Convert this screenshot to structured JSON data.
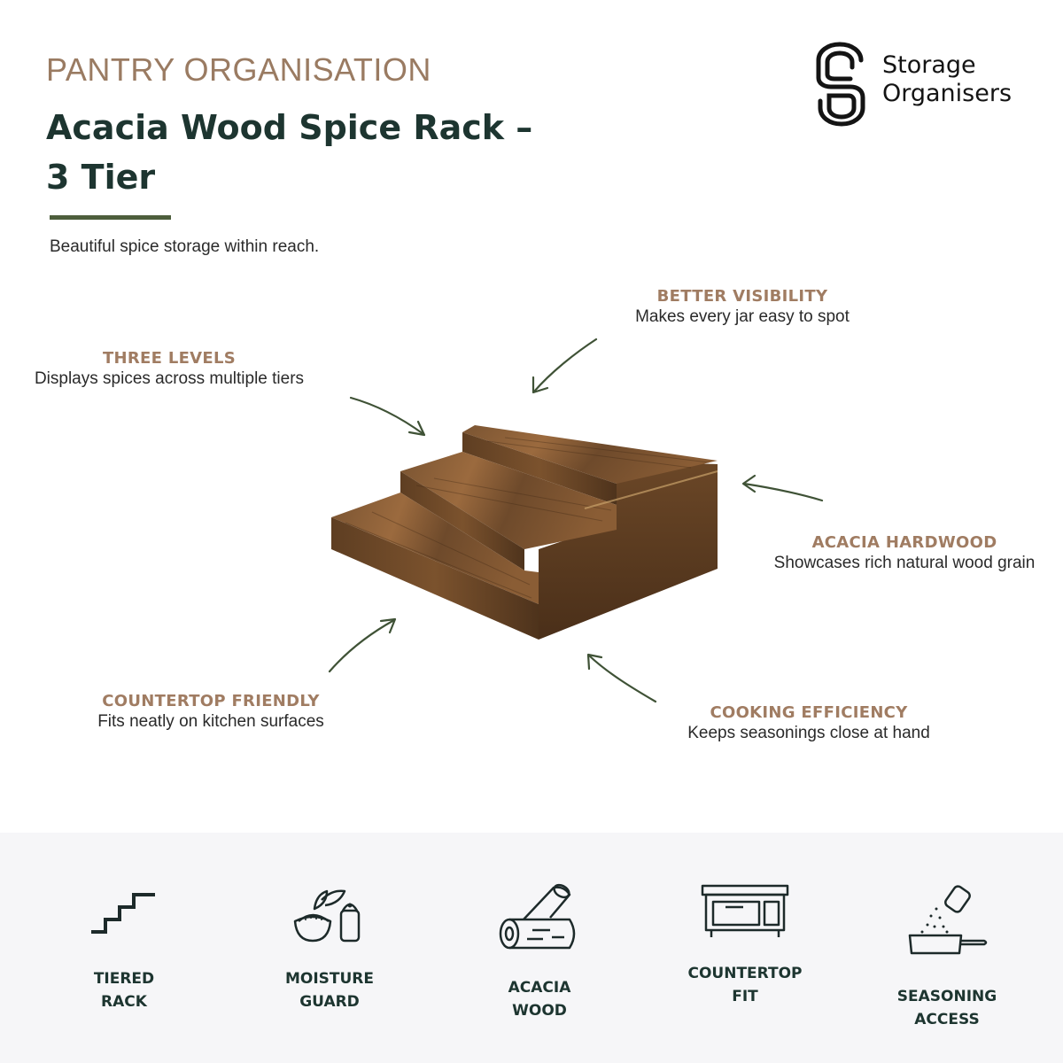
{
  "header": {
    "eyebrow": "PANTRY ORGANISATION",
    "title": "Acacia Wood Spice Rack – 3 Tier",
    "tagline": "Beautiful spice storage within reach."
  },
  "brand": {
    "line1": "Storage",
    "line2": "Organisers"
  },
  "callouts": {
    "three_levels": {
      "head": "THREE LEVELS",
      "desc": "Displays spices across multiple tiers"
    },
    "better_visibility": {
      "head": "BETTER VISIBILITY",
      "desc": "Makes every jar easy to spot"
    },
    "acacia_hardwood": {
      "head": "ACACIA HARDWOOD",
      "desc": "Showcases rich natural wood grain"
    },
    "countertop_friendly": {
      "head": "COUNTERTOP FRIENDLY",
      "desc": "Fits neatly on kitchen surfaces"
    },
    "cooking_efficiency": {
      "head": "COOKING EFFICIENCY",
      "desc": "Keeps seasonings close at hand"
    }
  },
  "features": [
    {
      "icon": "stairs-icon",
      "line1": "TIERED",
      "line2": "RACK"
    },
    {
      "icon": "spice-bowl-shaker-icon",
      "line1": "MOISTURE",
      "line2": "GUARD"
    },
    {
      "icon": "wood-logs-icon",
      "line1": "ACACIA",
      "line2": "WOOD"
    },
    {
      "icon": "countertop-cabinet-icon",
      "line1": "COUNTERTOP",
      "line2": "FIT"
    },
    {
      "icon": "seasoning-pan-icon",
      "line1": "SEASONING",
      "line2": "ACCESS"
    }
  ],
  "colors": {
    "accent": "#a07c62",
    "title": "#1d3530",
    "arrow": "#3f5236",
    "footer_bg": "#f6f6f8"
  }
}
